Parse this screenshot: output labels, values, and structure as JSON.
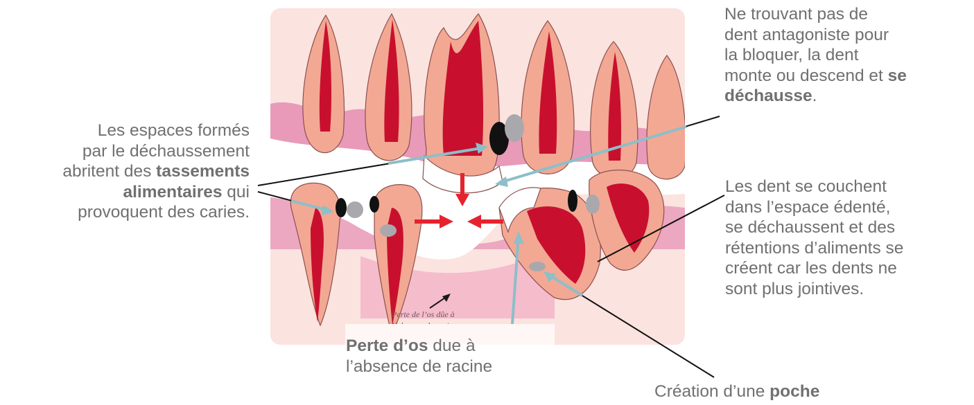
{
  "annotations": {
    "left": {
      "line1": "Les espaces formés",
      "line2": "par le déchaussement",
      "line3_pre": "abritent des ",
      "line3_bold": "tassements",
      "line4_bold": "alimentaires",
      "line4_post": " qui",
      "line5": "provoquent des caries."
    },
    "top_right": {
      "line1": "Ne trouvant pas de",
      "line2": "dent antagoniste pour",
      "line3": "la bloquer, la dent",
      "line4_pre": "monte ou descend et ",
      "line4_bold": "se",
      "line5_bold": "déchausse",
      "line5_post": "."
    },
    "mid_right": {
      "line1": "Les dent se couchent",
      "line2": "dans l’espace édenté,",
      "line3": "se déchaussent et des",
      "line4": "rétentions d’aliments se",
      "line5": "créent car les dents ne",
      "line6": "sont plus jointives."
    },
    "bottom_center": {
      "line1_bold": "Perte d’os",
      "line1_post": " due à",
      "line2": "l’absence de racine"
    },
    "bottom_right": {
      "pre": "Création d’une ",
      "bold": "poche"
    }
  },
  "illustration": {
    "inner_caption_line1": "Perte de l’os dûe à",
    "inner_caption_line2": "l’absence de racine"
  },
  "colors": {
    "text": "#707070",
    "pulp": "#c8102e",
    "dentin": "#f3a893",
    "enamel": "#ffffff",
    "gum": "#e58db3",
    "bone": "#f9d4cf",
    "background_panel": "#fbe3df",
    "arrow_red": "#e5232f",
    "pointer_teal": "#8cbfc9",
    "pointer_black": "#111111",
    "food_grey": "#a9a9ad"
  }
}
